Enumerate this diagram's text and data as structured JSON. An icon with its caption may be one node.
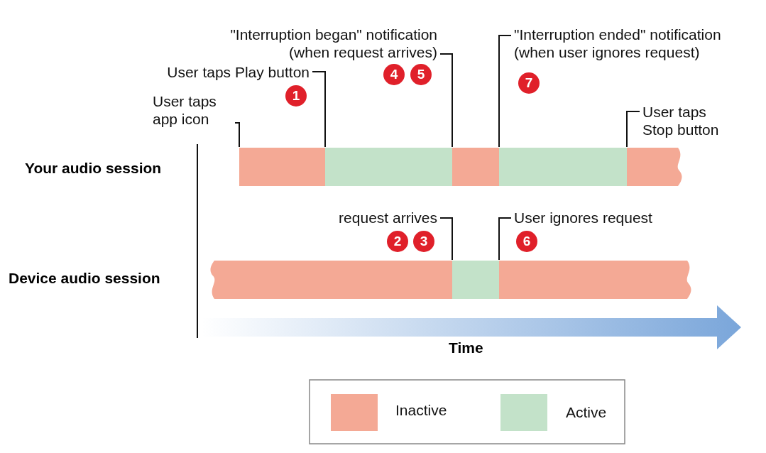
{
  "diagram": {
    "nodes": [
      {
        "text": [
          "User taps app icon"
        ]
      },
      {
        "text": [
          "User taps Play button"
        ]
      },
      {
        "text": [
          "\"Interruption began\" notification (when request arrives)"
        ]
      },
      {
        "text": [
          "\"Interruption ended\" notification (when user ignores request)"
        ]
      },
      {
        "text": [
          "User taps Stop button"
        ]
      },
      {
        "text": [
          "request arrives"
        ]
      },
      {
        "text": [
          "User ignores request"
        ]
      },
      {
        "text": [],
        "shape": "bar"
      },
      {
        "text": [],
        "shape": "bar"
      },
      {
        "text": [],
        "shape": "bar"
      },
      {
        "text": [],
        "shape": "bar"
      },
      {
        "text": [],
        "shape": "bar"
      },
      {
        "text": [],
        "shape": "bar"
      },
      {
        "text": [],
        "shape": "bar"
      },
      {
        "text": [],
        "shape": "bar"
      }
    ],
    "edges": [
      {
        "from": 0,
        "to": 7,
        "arrow": "none"
      },
      {
        "from": 1,
        "to": 8,
        "arrow": "none"
      },
      {
        "from": 2,
        "to": 9,
        "arrow": "none"
      },
      {
        "from": 3,
        "to": 10,
        "arrow": "none"
      },
      {
        "from": 4,
        "to": 11,
        "arrow": "none"
      },
      {
        "from": 5,
        "to": 13,
        "arrow": "none"
      },
      {
        "from": 6,
        "to": 14,
        "arrow": "none"
      }
    ],
    "labels": [
      "4",
      "5",
      "7",
      "1",
      "Your audio session",
      "2",
      "3",
      "6",
      "Device audio session",
      "Time"
    ],
    "legend": [
      {
        "text": "Inactive",
        "color": "#f4a995"
      },
      {
        "text": "Active",
        "color": "#c3e2c9"
      }
    ]
  }
}
